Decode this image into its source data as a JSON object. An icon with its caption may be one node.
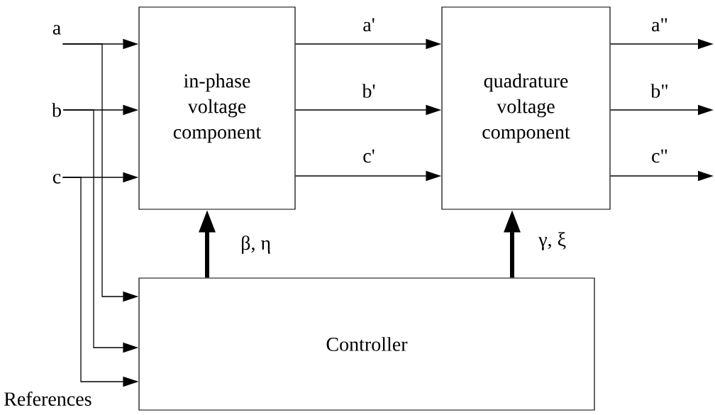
{
  "diagram": {
    "nodes": [
      {
        "text": [
          "a"
        ]
      },
      {
        "text": [
          "b"
        ]
      },
      {
        "text": [
          "c"
        ]
      },
      {
        "text": [
          "in-phase voltage component"
        ]
      },
      {
        "text": [
          "quadrature voltage component"
        ]
      },
      {
        "text": [
          "Controller"
        ]
      }
    ],
    "edges": [
      {
        "from": 0,
        "to": 3,
        "arrow": "to"
      },
      {
        "from": 1,
        "to": 3,
        "arrow": "to"
      },
      {
        "from": 2,
        "to": 3,
        "arrow": "to"
      },
      {
        "from": 0,
        "to": 5,
        "arrow": "to"
      },
      {
        "from": 1,
        "to": 5,
        "arrow": "to"
      },
      {
        "from": 2,
        "to": 5,
        "arrow": "to"
      },
      {
        "from": 3,
        "to": 4,
        "arrow": "to",
        "label": "a'"
      },
      {
        "from": 3,
        "to": 4,
        "arrow": "to",
        "label": "b'"
      },
      {
        "from": 3,
        "to": 4,
        "arrow": "to",
        "label": "c'"
      },
      {
        "from": 4,
        "to": null,
        "arrow": "to",
        "label": "a\""
      },
      {
        "from": 4,
        "to": null,
        "arrow": "to",
        "label": "b\""
      },
      {
        "from": 4,
        "to": null,
        "arrow": "to",
        "label": "c\""
      },
      {
        "from": 5,
        "to": 3,
        "arrow": "to",
        "style": "thick",
        "label": "β, η"
      },
      {
        "from": 5,
        "to": 4,
        "arrow": "to",
        "style": "thick",
        "label": "γ, ξ"
      }
    ],
    "labels": [
      "References"
    ]
  }
}
